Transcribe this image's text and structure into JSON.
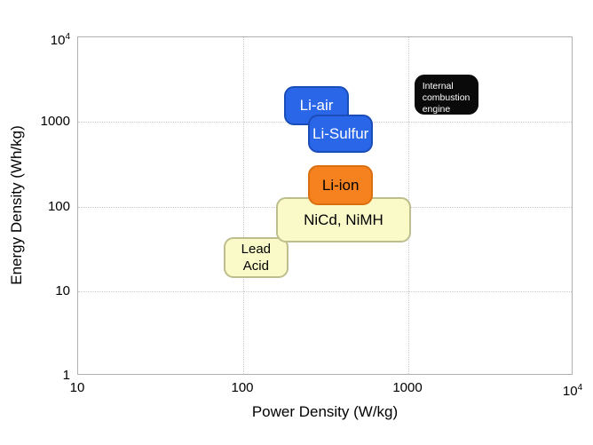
{
  "chart_data": {
    "type": "scatter",
    "variant": "ragone-plot-labeled-regions",
    "title": "",
    "xlabel": "Power Density (W/kg)",
    "ylabel": "Energy Density (Wh/kg)",
    "x_scale": "log",
    "y_scale": "log",
    "xlim": [
      10,
      10000
    ],
    "ylim": [
      1,
      10000
    ],
    "grid": "major-dotted",
    "legend": "none",
    "x_ticks": [
      {
        "value": 10,
        "base": "10",
        "exp": ""
      },
      {
        "value": 100,
        "base": "100",
        "exp": ""
      },
      {
        "value": 1000,
        "base": "1000",
        "exp": ""
      },
      {
        "value": 10000,
        "base": "10",
        "exp": "4"
      }
    ],
    "y_ticks": [
      {
        "value": 1,
        "base": "1",
        "exp": ""
      },
      {
        "value": 10,
        "base": "10",
        "exp": ""
      },
      {
        "value": 100,
        "base": "100",
        "exp": ""
      },
      {
        "value": 1000,
        "base": "1000",
        "exp": ""
      },
      {
        "value": 10000,
        "base": "10",
        "exp": "4"
      }
    ],
    "regions": [
      {
        "id": "lead-acid",
        "lines": [
          "Lead",
          "Acid"
        ],
        "power_range_w_per_kg": [
          77,
          190
        ],
        "energy_range_wh_per_kg": [
          14,
          42
        ],
        "fill": "#FAFAC8",
        "border": "#BDBD8E",
        "text_color": "#000000",
        "font_px": 15,
        "align": "center"
      },
      {
        "id": "nicd-nimh",
        "lines": [
          "NiCd, NiMH"
        ],
        "power_range_w_per_kg": [
          160,
          1050
        ],
        "energy_range_wh_per_kg": [
          37,
          125
        ],
        "fill": "#FAFAC8",
        "border": "#BDBD8E",
        "text_color": "#000000",
        "font_px": 17,
        "align": "center"
      },
      {
        "id": "li-ion",
        "lines": [
          "Li-ion"
        ],
        "power_range_w_per_kg": [
          250,
          620
        ],
        "energy_range_wh_per_kg": [
          100,
          300
        ],
        "fill": "#F6821F",
        "border": "#DB6E0F",
        "text_color": "#000000",
        "font_px": 17,
        "align": "center"
      },
      {
        "id": "li-air",
        "lines": [
          "Li-air"
        ],
        "power_range_w_per_kg": [
          180,
          440
        ],
        "energy_range_wh_per_kg": [
          900,
          2600
        ],
        "fill": "#2A66E8",
        "border": "#1B4DB8",
        "text_color": "#FFFFFF",
        "font_px": 17,
        "align": "center"
      },
      {
        "id": "li-sulfur",
        "lines": [
          "Li-Sulfur"
        ],
        "power_range_w_per_kg": [
          250,
          620
        ],
        "energy_range_wh_per_kg": [
          420,
          1200
        ],
        "fill": "#2A66E8",
        "border": "#1B4DB8",
        "text_color": "#FFFFFF",
        "font_px": 17,
        "align": "center"
      },
      {
        "id": "internal-combustion-engine",
        "lines": [
          "Internal",
          "combustion",
          "engine"
        ],
        "power_range_w_per_kg": [
          1100,
          2700
        ],
        "energy_range_wh_per_kg": [
          1200,
          3500
        ],
        "fill": "#0A0A0A",
        "border": "#0A0A0A",
        "text_color": "#FFFFFF",
        "font_px": 10.5,
        "align": "left"
      }
    ],
    "colors": {
      "background": "#FFFFFF",
      "plot_border": "#B0B0B0",
      "gridline": "#C9C9C9",
      "axis_text": "#000000"
    }
  }
}
